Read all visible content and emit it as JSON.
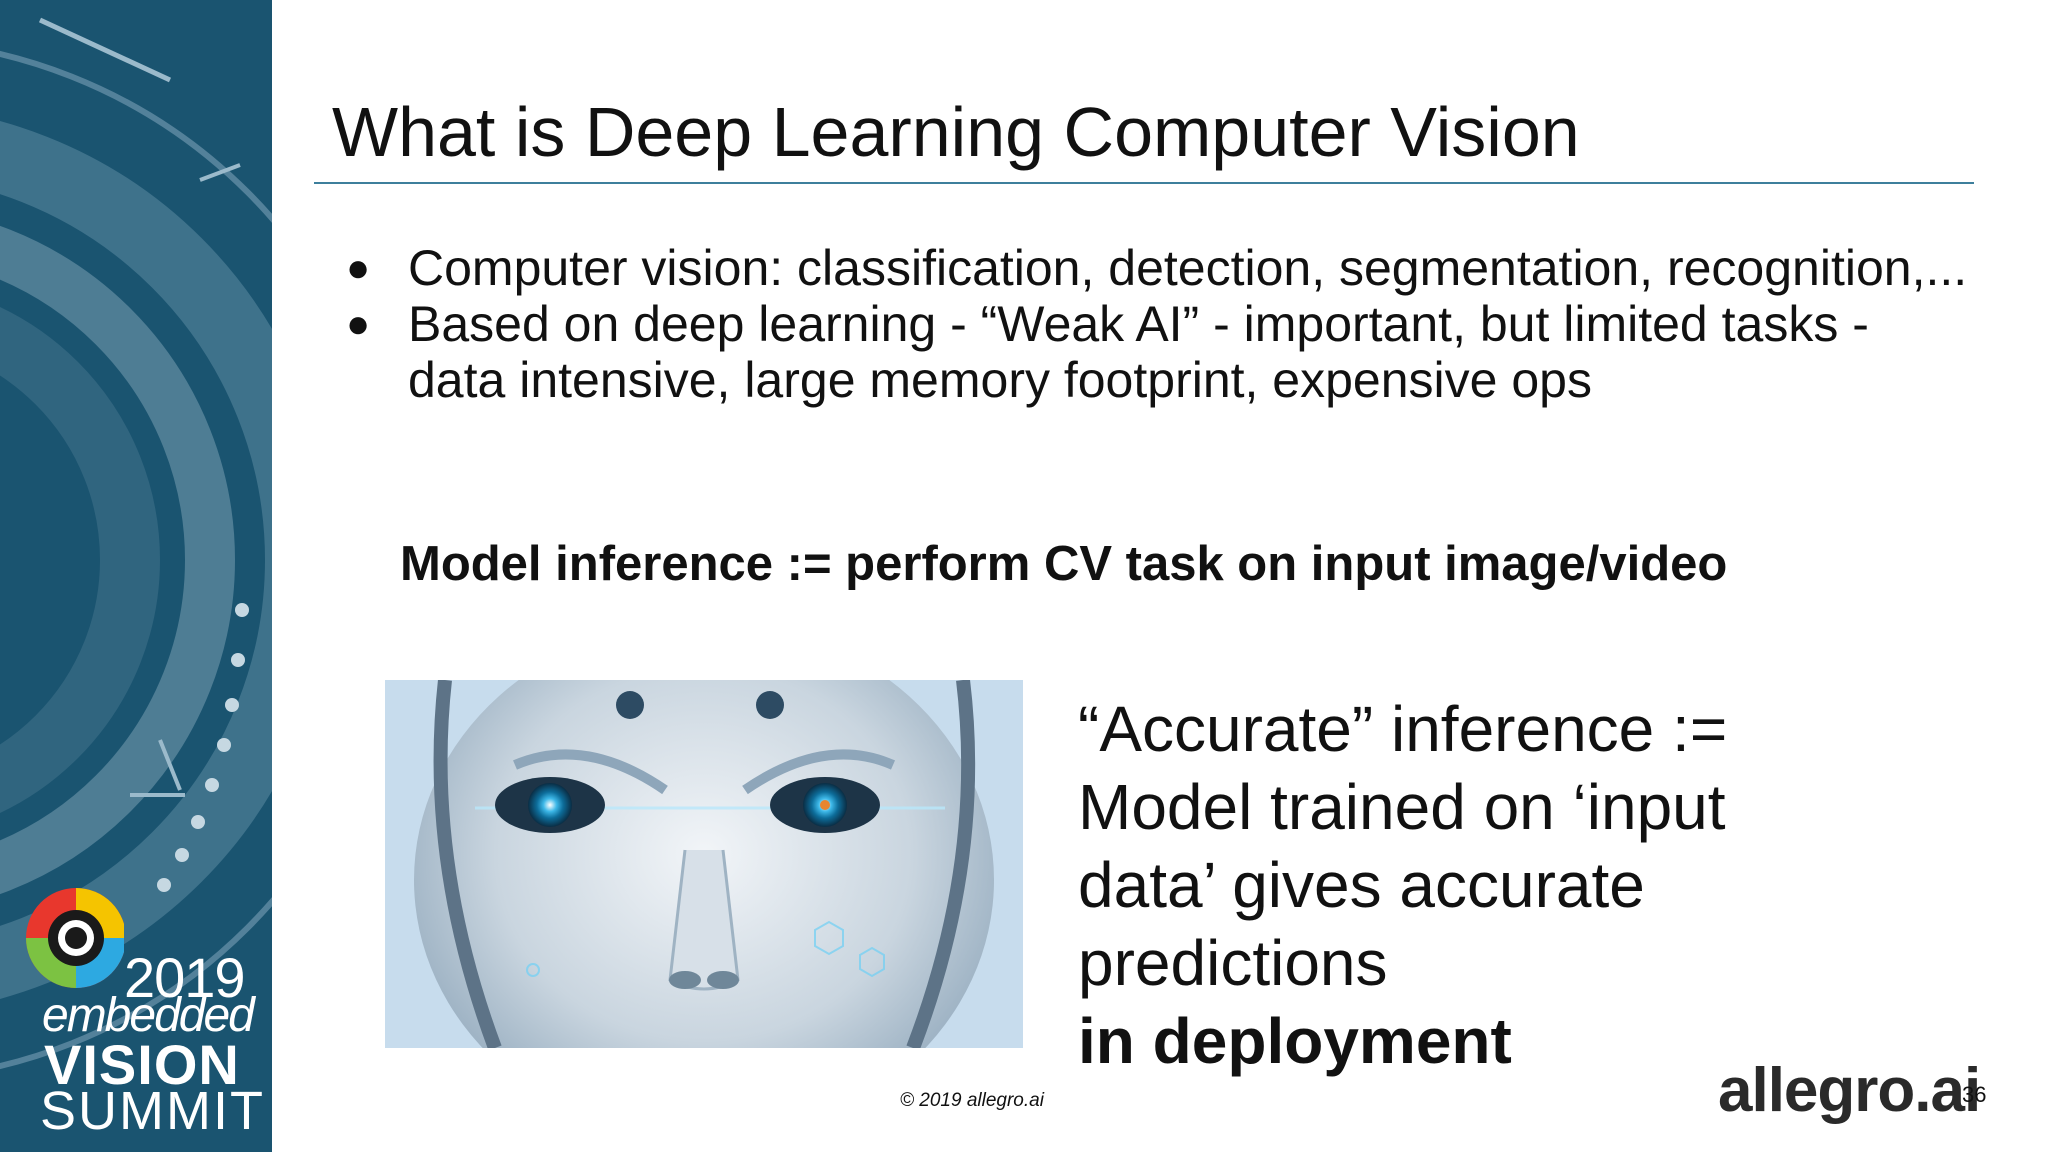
{
  "slide": {
    "title": "What is Deep Learning Computer Vision",
    "bullets": [
      {
        "text": "Computer vision: classification, detection, segmentation, recognition,..."
      },
      {
        "text": "Based on deep learning - “Weak AI” - important, but limited tasks - data intensive, large memory footprint, expensive ops"
      }
    ],
    "bullet_symbol": "●",
    "statement": "Model inference := perform CV task on input image/video",
    "quote_lines": [
      "“Accurate” inference :=",
      "Model trained on ‘input",
      "data’ gives accurate",
      "predictions"
    ],
    "quote_bold": "in deployment",
    "copyright": "© 2019 allegro.ai",
    "brand": "allegro.ai",
    "page_number": "36"
  },
  "sidebar": {
    "year": "2019",
    "line1": "embedded",
    "line2": "VISION",
    "line3": "SUMMIT"
  },
  "colors": {
    "sidebar_bg": "#1a5470",
    "title_rule": "#3d7f9c",
    "text": "#111111"
  }
}
